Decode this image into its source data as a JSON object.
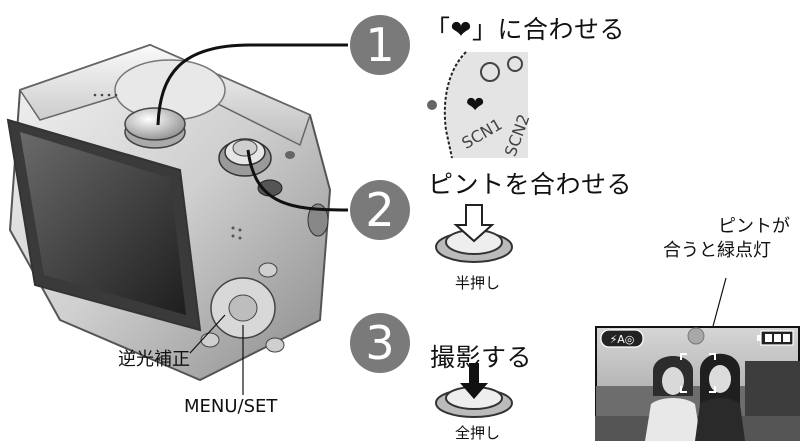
{
  "steps": [
    {
      "number": "1",
      "title": "「❤」に合わせる"
    },
    {
      "number": "2",
      "title": "ピントを合わせる",
      "caption": "半押し"
    },
    {
      "number": "3",
      "title": "撮影する",
      "caption": "全押し"
    }
  ],
  "callouts": {
    "backlight": "逆光補正",
    "menu_set": "MENU/SET"
  },
  "focus_note": {
    "line1": "ピントが",
    "line2": "合うと緑点灯"
  },
  "dial": {
    "labels": [
      "SCN1",
      "SCN2"
    ],
    "heart": "❤"
  },
  "lcd": {
    "mode_badge": "⚡A◎"
  }
}
